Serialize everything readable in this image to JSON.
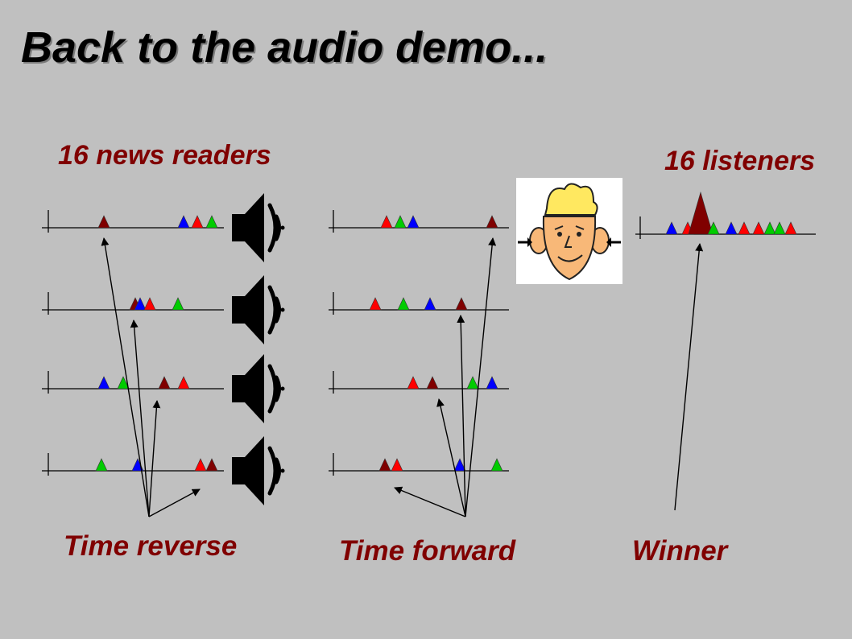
{
  "title": "Back to the audio demo...",
  "labels": {
    "news_readers": "16 news readers",
    "listeners": "16 listeners",
    "time_reverse": "Time reverse",
    "time_forward": "Time forward",
    "winner": "Winner"
  },
  "colors": {
    "background": "#c0c0c0",
    "label_text": "#800000",
    "pulse_dark_red": "#800000",
    "pulse_red": "#ff0000",
    "pulse_green": "#00cc00",
    "pulse_blue": "#0000ff"
  },
  "icons": [
    "speaker-icon",
    "listener-face-icon"
  ],
  "chart_data": {
    "type": "diagram",
    "panels": [
      {
        "name": "time-reverse",
        "rows": [
          {
            "pulses": [
              "dark-red",
              "blue",
              "red",
              "green"
            ]
          },
          {
            "pulses": [
              "dark-red",
              "blue",
              "red",
              "green"
            ]
          },
          {
            "pulses": [
              "blue",
              "green",
              "dark-red",
              "red"
            ]
          },
          {
            "pulses": [
              "green",
              "blue",
              "red",
              "dark-red"
            ]
          }
        ]
      },
      {
        "name": "time-forward",
        "rows": [
          {
            "pulses": [
              "red",
              "green",
              "blue",
              "dark-red"
            ]
          },
          {
            "pulses": [
              "red",
              "green",
              "blue",
              "dark-red"
            ]
          },
          {
            "pulses": [
              "red",
              "dark-red",
              "green",
              "blue"
            ]
          },
          {
            "pulses": [
              "dark-red",
              "red",
              "blue",
              "green"
            ]
          }
        ]
      },
      {
        "name": "winner",
        "rows": [
          {
            "pulses": [
              "blue",
              "red",
              "dark-red-peak",
              "green",
              "blue",
              "red",
              "red",
              "green",
              "green",
              "red"
            ]
          }
        ]
      }
    ]
  }
}
